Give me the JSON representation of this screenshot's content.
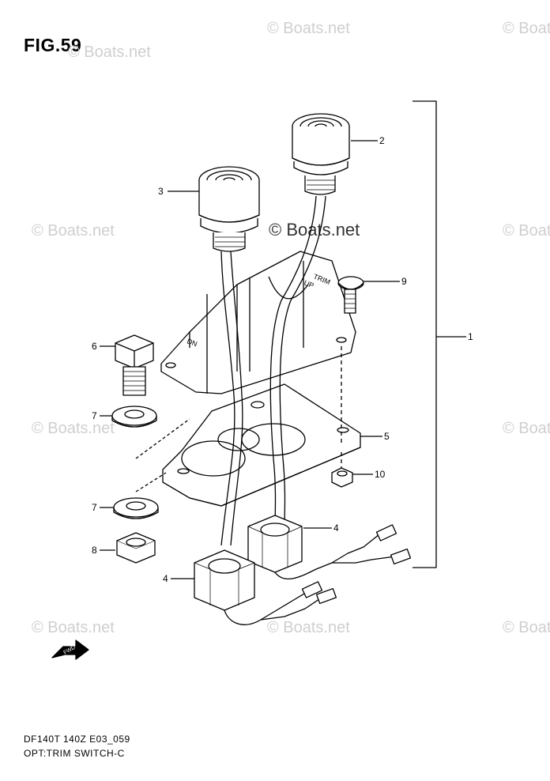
{
  "figure": {
    "title": "FIG.59",
    "model_code": "DF140T 140Z E03_059",
    "caption": "OPT:TRIM SWITCH-C"
  },
  "watermark": {
    "text": "© Boats.net"
  },
  "callouts": [
    {
      "id": "1",
      "label": "1"
    },
    {
      "id": "2",
      "label": "2"
    },
    {
      "id": "3",
      "label": "3"
    },
    {
      "id": "4a",
      "label": "4"
    },
    {
      "id": "4b",
      "label": "4"
    },
    {
      "id": "5",
      "label": "5"
    },
    {
      "id": "6",
      "label": "6"
    },
    {
      "id": "7a",
      "label": "7"
    },
    {
      "id": "7b",
      "label": "7"
    },
    {
      "id": "8",
      "label": "8"
    },
    {
      "id": "9",
      "label": "9"
    },
    {
      "id": "10",
      "label": "10"
    }
  ],
  "part_markings": {
    "trim_label": "TRIM",
    "up_label": "UP",
    "dn_label": "DN",
    "fwd_label": "FWD"
  }
}
